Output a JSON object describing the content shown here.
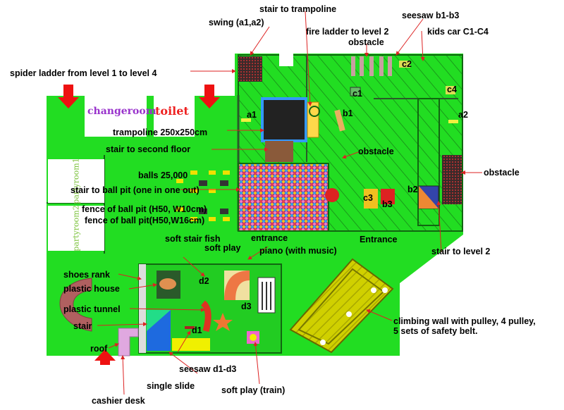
{
  "rooms": {
    "changeroom": "changeroom",
    "toilet": "toilet",
    "partyroom1": "partyroom1",
    "partyroom2": "partyroom2"
  },
  "labels": {
    "swing": "swing (a1,a2)",
    "stair_to_trampoline": "stair to trampoline",
    "seesaw_b": "seesaw b1-b3",
    "fire_ladder": "fire ladder to level 2",
    "kids_car": "kids car C1-C4",
    "obstacle_top": "obstacle",
    "spider_ladder": "spider ladder from level 1 to level 4",
    "trampoline": "trampoline 250x250cm",
    "stair_second_floor": "stair to second floor",
    "obstacle_mid": "obstacle",
    "balls": "balls 25,000",
    "obstacle_right": "obstacle",
    "stair_ball_pit": "stair to ball pit (one in one out)",
    "fence_1": "fence of ball pit (H50, W10cm)",
    "fence_2": "fence of ball pit(H50,W16cm)",
    "entrance_upper": "Entrance",
    "stair_level2": "stair to level 2",
    "soft_stair_fish": "soft stair fish",
    "entrance_lower": "entrance",
    "soft_play": "soft play",
    "piano": "piano (with music)",
    "shoes_rank": "shoes rank",
    "plastic_house": "plastic house",
    "plastic_tunnel": "plastic tunnel",
    "stair": "stair",
    "roof": "roof",
    "climbing_wall_1": "climbing wall with pulley, 4 pulley,",
    "climbing_wall_2": "5 sets of safety belt.",
    "seesaw_d": "seesaw d1-d3",
    "single_slide": "single slide",
    "soft_play_train": "soft play (train)",
    "cashier_desk": "cashier desk"
  },
  "markers": {
    "a1": "a1",
    "a2": "a2",
    "b1": "b1",
    "b2": "b2",
    "b3": "b3",
    "c1": "c1",
    "c2": "c2",
    "c3": "c3",
    "c4": "c4",
    "d1": "d1",
    "d2": "d2",
    "d3": "d3"
  },
  "colors": {
    "floor_green": "#22dd22",
    "dark_green": "#118811",
    "arrow_red": "#ee1111",
    "pointer_red": "#dd2222",
    "changeroom_purple": "#9933cc",
    "toilet_red": "#ee2222",
    "partyroom_green": "#7bc23b",
    "climbing_wall_yellow": "#c8c800"
  }
}
